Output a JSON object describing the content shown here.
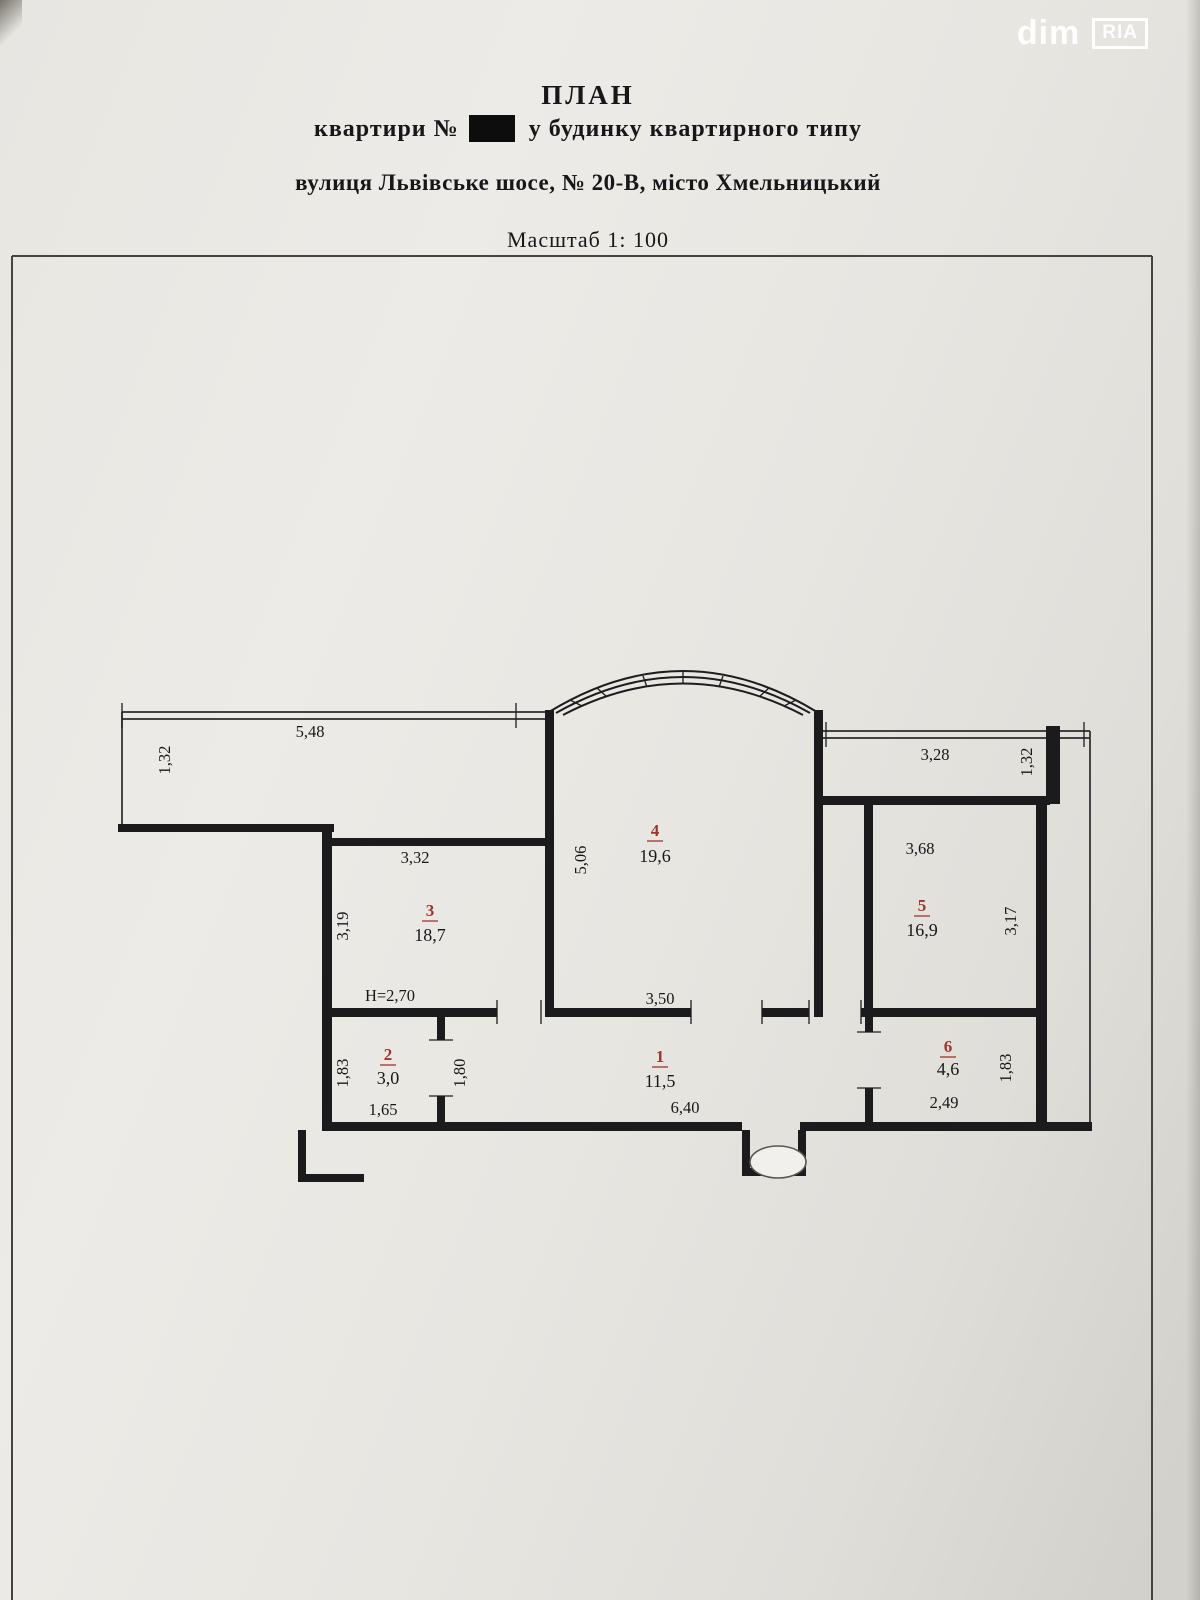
{
  "watermark": {
    "brand": "dim",
    "brand_box": "RIA"
  },
  "header": {
    "title": "ПЛАН",
    "line2_prefix": "квартири   №",
    "line2_suffix": "у будинку квартирного типу",
    "address": "вулиця Львівське шосе, № 20-В, місто Хмельницький",
    "scale": "Масштаб 1: 100"
  },
  "plan": {
    "height_note": "H=2,70",
    "colors": {
      "room_number": "#9e352b",
      "wall": "#1b1b1d",
      "paper": "#e8e6e1"
    },
    "rooms": [
      {
        "number": "1",
        "area": "11,5"
      },
      {
        "number": "2",
        "area": "3,0"
      },
      {
        "number": "3",
        "area": "18,7"
      },
      {
        "number": "4",
        "area": "19,6"
      },
      {
        "number": "5",
        "area": "16,9"
      },
      {
        "number": "6",
        "area": "4,6"
      }
    ],
    "dimensions": {
      "top_left_width": "5,48",
      "top_left_depth": "1,32",
      "top_right_width": "3,28",
      "top_right_depth": "1,32",
      "room3_width": "3,32",
      "room3_depth": "3,19",
      "room4_height": "5,06",
      "room4_width": "3,50",
      "room5_width": "3,68",
      "room5_depth": "3,17",
      "room2_depth": "1,83",
      "room2_width": "1,65",
      "hall_depth": "1,80",
      "hall_width": "6,40",
      "room6_width": "2,49",
      "room6_depth": "1,83"
    }
  }
}
